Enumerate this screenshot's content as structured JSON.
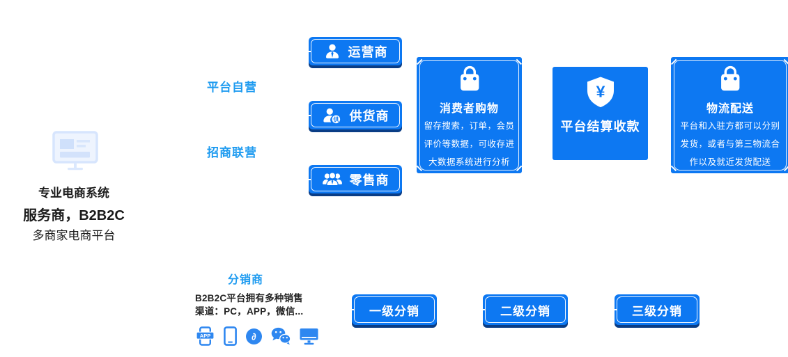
{
  "palette": {
    "primary_blue": "#0d78f2",
    "button_shadow_blue": "#0a3d85",
    "section_label_blue": "#1e9bf0",
    "channel_icon_blue": "#2e87f0",
    "text_dark": "#1b1b1b"
  },
  "left_panel": {
    "icon": "monitor-icon",
    "line1": "专业电商系统",
    "line2": "服务商，B2B2C",
    "line3": "多商家电商平台"
  },
  "mode_labels": [
    {
      "label": "平台自营"
    },
    {
      "label": "招商联营"
    }
  ],
  "role_buttons": [
    {
      "label": "运营商",
      "icon": "operator-person-icon"
    },
    {
      "label": "供货商",
      "icon": "supplier-person-icon",
      "badge": "供"
    },
    {
      "label": "零售商",
      "icon": "retailer-group-icon"
    }
  ],
  "flow_cards": [
    {
      "title": "消费者购物",
      "icon": "shopping-bag-icon",
      "body": "留存搜索，订单，会员\n评价等数据，可收存进\n大数据系统进行分析"
    },
    {
      "title": "平台结算收款",
      "icon": "shield-yuan-icon",
      "icon_glyph": "¥"
    },
    {
      "title": "物流配送",
      "icon": "shopping-bag-icon",
      "body": "平台和入驻方都可以分别\n发货，或者与第三物流合\n作以及就近发货配送"
    }
  ],
  "distribution": {
    "label": "分销商",
    "description": "B2B2C平台拥有多种销售\n渠道：PC，APP，微信...",
    "app_icon_label": "APP",
    "miniprogram_glyph": "∂",
    "channel_icons": [
      "app-icon",
      "phone-icon",
      "miniprogram-icon",
      "wechat-icon",
      "pc-icon"
    ],
    "buttons": [
      {
        "label": "一级分销"
      },
      {
        "label": "二级分销"
      },
      {
        "label": "三级分销"
      }
    ]
  }
}
